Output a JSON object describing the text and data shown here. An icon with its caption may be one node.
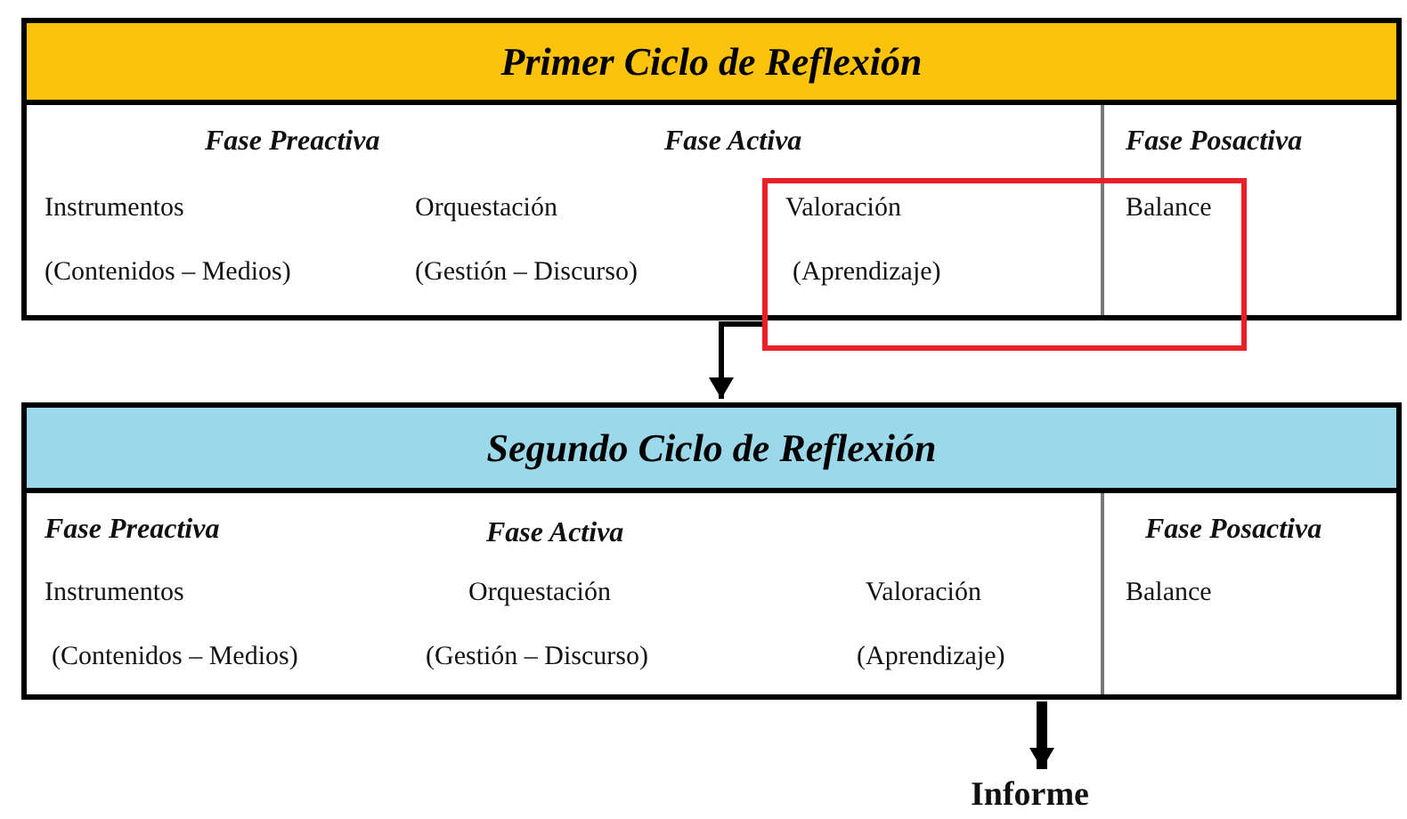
{
  "diagram": {
    "nodes": [
      {
        "text": [
          "Primer Ciclo de Reflexión"
        ]
      },
      {
        "text": [
          "Fase Preactiva",
          "Fase Activa",
          "Instrumentos",
          "Orquestación",
          "(Contenidos – Medios)",
          "(Gestión – Discurso)"
        ],
        "in": 0
      },
      {
        "text": [
          "Fase Posactiva",
          "Balance"
        ],
        "in": 0
      },
      {
        "text": [
          "Valoración",
          "(Aprendizaje)"
        ]
      },
      {
        "text": [
          "Segundo Ciclo de Reflexión"
        ]
      },
      {
        "text": [
          "Fase Preactiva",
          "Fase Activa",
          "Instrumentos",
          "Orquestación",
          "Valoración",
          "(Contenidos – Medios)",
          "(Gestión – Discurso)",
          "(Aprendizaje)"
        ],
        "in": 4
      },
      {
        "text": [
          "Fase Posactiva",
          "Balance"
        ],
        "in": 4
      },
      {
        "text": [
          "Informe"
        ]
      }
    ],
    "edges": [
      {
        "from": 3,
        "to": 4,
        "arrow": "to"
      },
      {
        "from": 5,
        "to": 7,
        "arrow": "to",
        "style": "thick"
      }
    ]
  }
}
